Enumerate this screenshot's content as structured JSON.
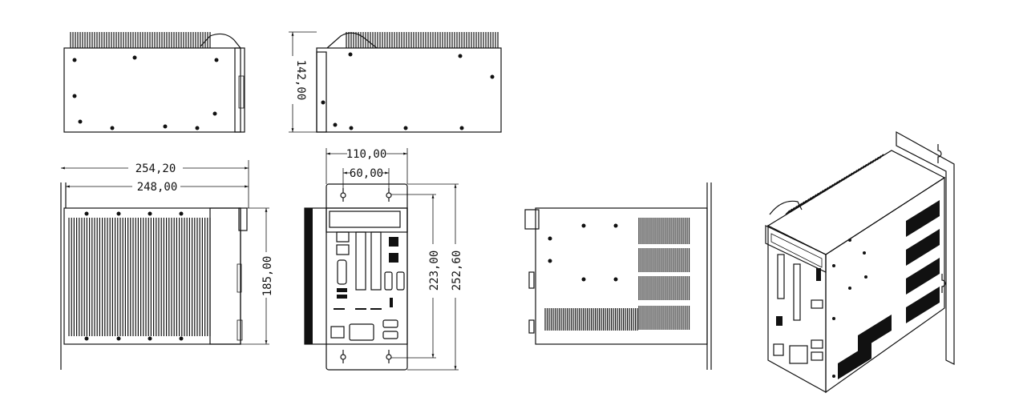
{
  "drawing": {
    "dimensions": {
      "side_height": "142,00",
      "overall_width": "254,20",
      "body_width": "248,00",
      "body_height": "185,00",
      "bracket_width": "110,00",
      "hole_spacing_h": "60,00",
      "hole_spacing_v": "223,00",
      "bracket_height": "252,60"
    },
    "colors": {
      "line": "#111111",
      "background": "#ffffff"
    }
  }
}
